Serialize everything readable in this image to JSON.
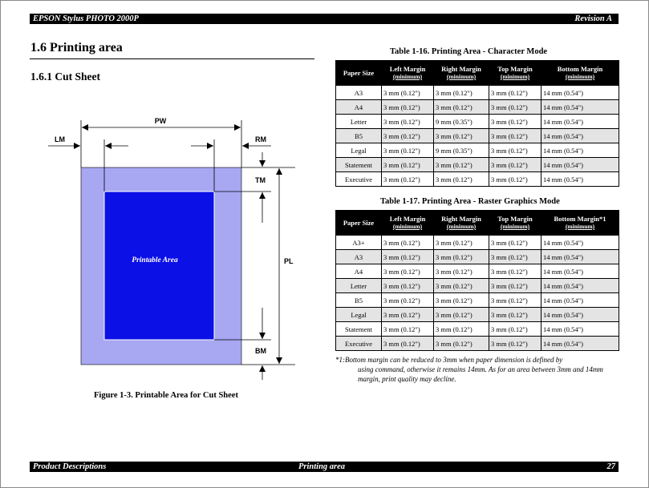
{
  "header": {
    "title": "EPSON Stylus PHOTO 2000P",
    "revision": "Revision A"
  },
  "footer": {
    "left": "Product Descriptions",
    "center": "Printing area",
    "page": "27"
  },
  "section": {
    "heading": "1.6  Printing area",
    "subheading": "1.6.1  Cut Sheet"
  },
  "figure": {
    "caption": "Figure 1-3.  Printable Area for Cut Sheet",
    "printable_label": "Printable Area",
    "labels": {
      "pw": "PW",
      "lm": "LM",
      "rm": "RM",
      "tm": "TM",
      "pl": "PL",
      "bm": "BM"
    },
    "colors": {
      "sheet": "#a7a7f2",
      "printable": "#0b10e6"
    }
  },
  "table_char": {
    "caption": "Table 1-16.  Printing Area - Character Mode",
    "headers": [
      {
        "main": "Paper Size",
        "sub": ""
      },
      {
        "main": "Left Margin",
        "sub": "(minimum)"
      },
      {
        "main": "Right Margin",
        "sub": "(minimum)"
      },
      {
        "main": "Top Margin",
        "sub": "(minimum)"
      },
      {
        "main": "Bottom Margin",
        "sub": "(minimum)"
      }
    ],
    "rows": [
      [
        "A3",
        "3 mm (0.12\")",
        "3 mm (0.12\")",
        "3 mm (0.12\")",
        "14 mm (0.54\")"
      ],
      [
        "A4",
        "3 mm (0.12\")",
        "3 mm (0.12\")",
        "3 mm (0.12\")",
        "14 mm (0.54\")"
      ],
      [
        "Letter",
        "3 mm (0.12\")",
        "9 mm (0.35\")",
        "3 mm (0.12\")",
        "14 mm (0.54\")"
      ],
      [
        "B5",
        "3 mm (0.12\")",
        "3 mm (0.12\")",
        "3 mm (0.12\")",
        "14 mm (0.54\")"
      ],
      [
        "Legal",
        "3 mm (0.12\")",
        "9 mm (0.35\")",
        "3 mm (0.12\")",
        "14 mm (0.54\")"
      ],
      [
        "Statement",
        "3 mm (0.12\")",
        "3 mm (0.12\")",
        "3 mm (0.12\")",
        "14 mm (0.54\")"
      ],
      [
        "Executive",
        "3 mm (0.12\")",
        "3 mm (0.12\")",
        "3 mm (0.12\")",
        "14 mm (0.54\")"
      ]
    ]
  },
  "table_raster": {
    "caption": "Table 1-17.  Printing Area - Raster Graphics Mode",
    "headers": [
      {
        "main": "Paper Size",
        "sub": ""
      },
      {
        "main": "Left Margin",
        "sub": "(minimum)"
      },
      {
        "main": "Right Margin",
        "sub": "(minimum)"
      },
      {
        "main": "Top Margin",
        "sub": "(minimum)"
      },
      {
        "main": "Bottom Margin*1",
        "sub": "(minimum)"
      }
    ],
    "rows": [
      [
        "A3+",
        "3 mm (0.12\")",
        "3 mm (0.12\")",
        "3 mm (0.12\")",
        "14 mm (0.54\")"
      ],
      [
        "A3",
        "3 mm (0.12\")",
        "3 mm (0.12\")",
        "3 mm (0.12\")",
        "14 mm (0.54\")"
      ],
      [
        "A4",
        "3 mm (0.12\")",
        "3 mm (0.12\")",
        "3 mm (0.12\")",
        "14 mm (0.54\")"
      ],
      [
        "Letter",
        "3 mm (0.12\")",
        "3 mm (0.12\")",
        "3 mm (0.12\")",
        "14 mm (0.54\")"
      ],
      [
        "B5",
        "3 mm (0.12\")",
        "3 mm (0.12\")",
        "3 mm (0.12\")",
        "14 mm (0.54\")"
      ],
      [
        "Legal",
        "3 mm (0.12\")",
        "3 mm (0.12\")",
        "3 mm (0.12\")",
        "14 mm (0.54\")"
      ],
      [
        "Statement",
        "3 mm (0.12\")",
        "3 mm (0.12\")",
        "3 mm (0.12\")",
        "14 mm (0.54\")"
      ],
      [
        "Executive",
        "3 mm (0.12\")",
        "3 mm (0.12\")",
        "3 mm (0.12\")",
        "14 mm (0.54\")"
      ]
    ]
  },
  "footnote": {
    "first": "*1:Bottom margin can be reduced to 3mm when paper dimension is defined by",
    "rest": "using command, otherwise it remains 14mm. As for an area between 3mm and 14mm margin, print quality may decline."
  }
}
